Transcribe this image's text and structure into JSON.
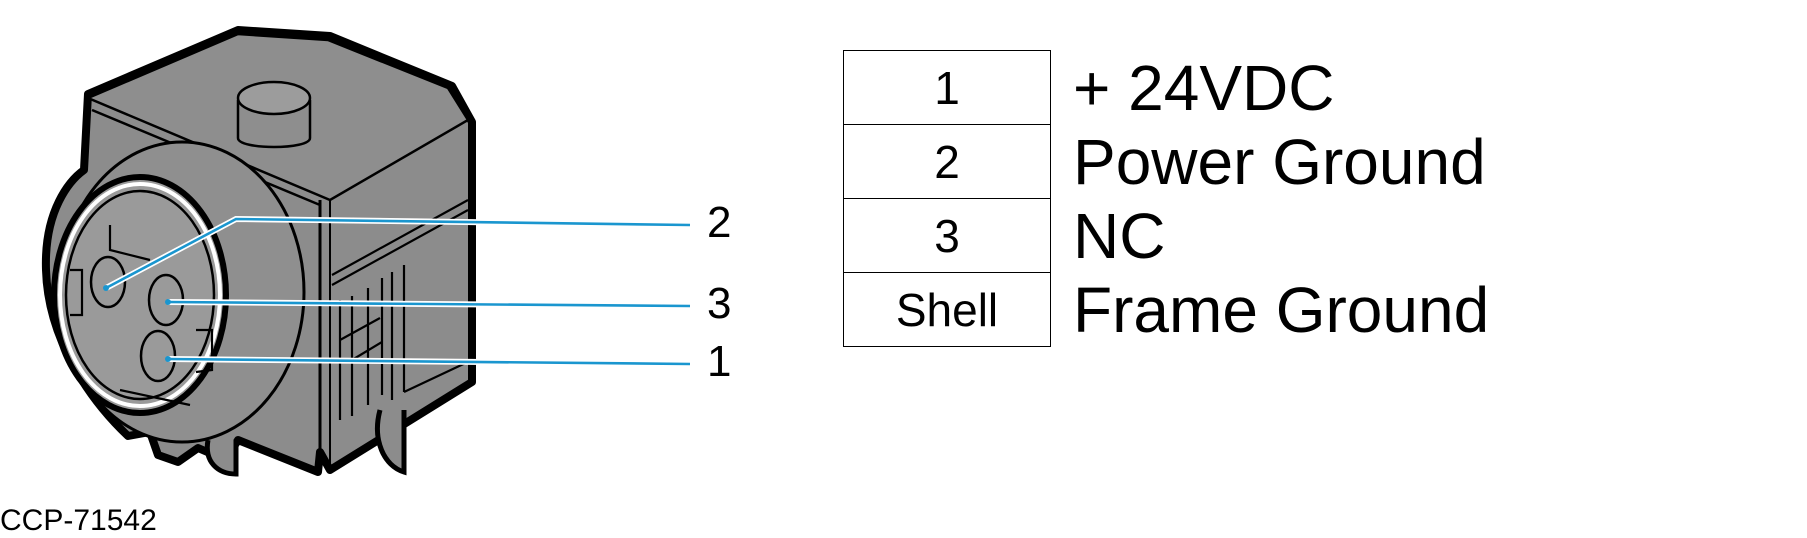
{
  "callouts": [
    {
      "pin": "2"
    },
    {
      "pin": "3"
    },
    {
      "pin": "1"
    }
  ],
  "pinout": [
    {
      "pin": "1",
      "signal": "+ 24VDC"
    },
    {
      "pin": "2",
      "signal": "Power Ground"
    },
    {
      "pin": "3",
      "signal": "NC"
    },
    {
      "pin": "Shell",
      "signal": "Frame Ground"
    }
  ],
  "figure_id": "CCP-71542",
  "colors": {
    "connector_body": "#8c8c8c",
    "connector_face": "#9a9a9a",
    "leader_line": "#1a96cf",
    "outline": "#000000"
  }
}
